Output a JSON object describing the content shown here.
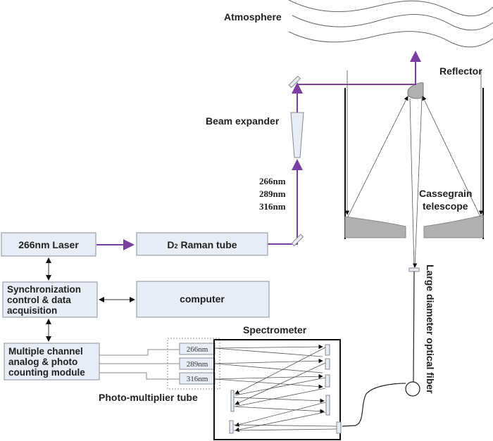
{
  "title": "Raman lidar system schematic",
  "labels": {
    "atmosphere": "Atmosphere",
    "reflector": "Reflector",
    "beam_expander": "Beam expander",
    "wavelengths": [
      "266nm",
      "289nm",
      "316nm"
    ],
    "cassegrain_line1": "Cassegrain",
    "cassegrain_line2": "telescope",
    "fiber": "Large diameter optical fiber",
    "spectrometer": "Spectrometer",
    "pmt": "Photo-multiplier tube"
  },
  "boxes": {
    "laser": "266nm Laser",
    "raman_tube_prefix": "D",
    "raman_tube_sub": "2",
    "raman_tube_rest": " Raman tube",
    "sync_line1": "Synchronization",
    "sync_line2": "control & data",
    "sync_line3": "acquisition",
    "computer": "computer",
    "module_line1": "Multiple channel",
    "module_line2": "analog & photo",
    "module_line3": "counting module"
  },
  "pmt_channels": [
    "266nm",
    "289nm",
    "316nm"
  ],
  "colors": {
    "beam": "#7a3fa0",
    "box_fill": "#e8ecf4",
    "mirror_fill": "#b0b0b0"
  }
}
